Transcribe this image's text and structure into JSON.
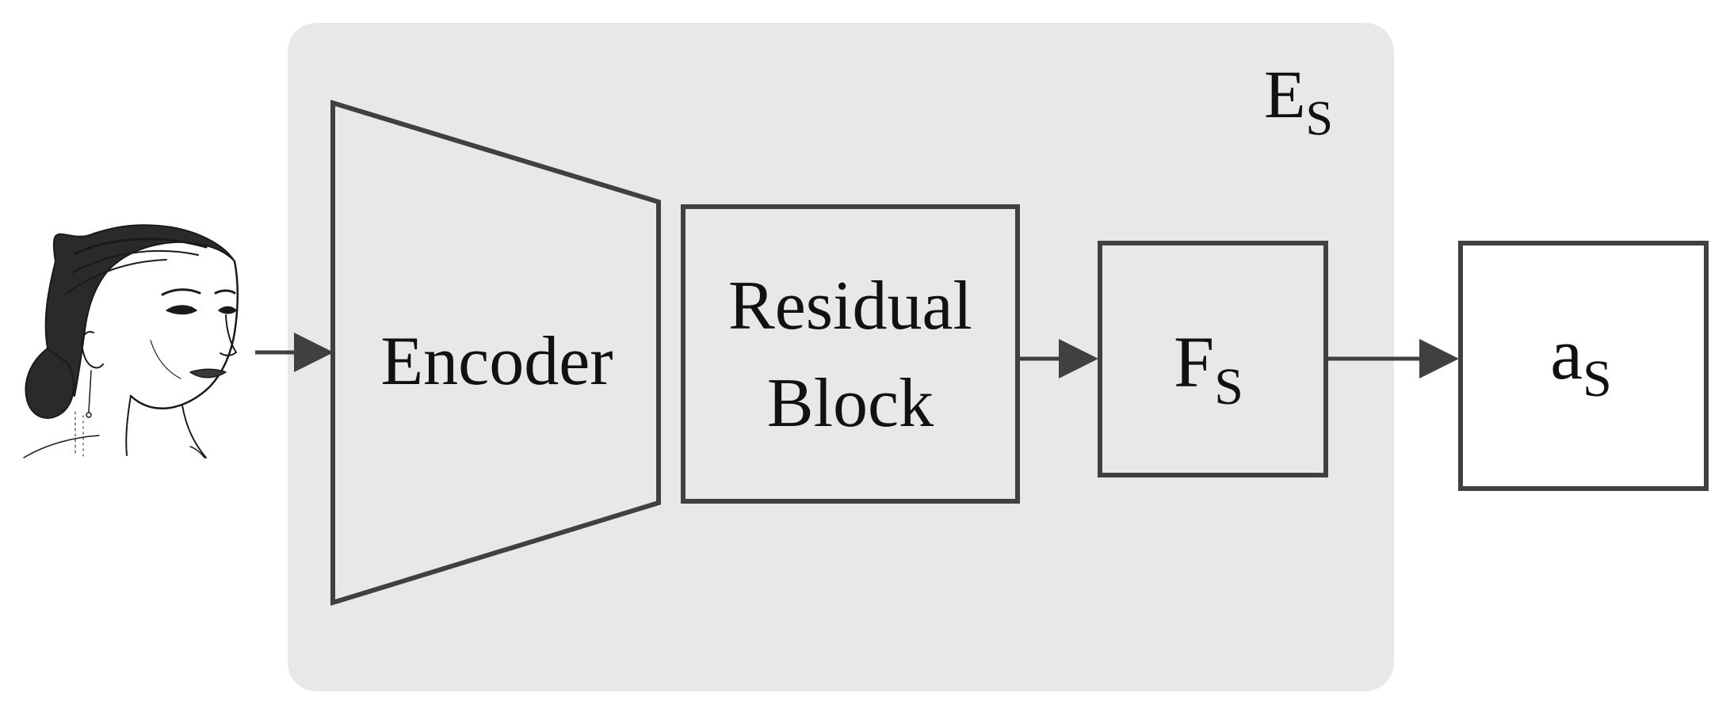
{
  "encoder_module": {
    "label_main": "E",
    "label_sub": "S"
  },
  "encoder": {
    "label": "Encoder"
  },
  "residual_block": {
    "line1": "Residual",
    "line2": "Block"
  },
  "feature": {
    "label_main": "F",
    "label_sub": "S"
  },
  "output": {
    "label_main": "a",
    "label_sub": "S"
  },
  "input": {
    "icon": "face-sketch-icon"
  },
  "colors": {
    "module_fill": "#e8e8e8",
    "stroke": "#404040",
    "text": "#111111",
    "background": "#ffffff"
  }
}
